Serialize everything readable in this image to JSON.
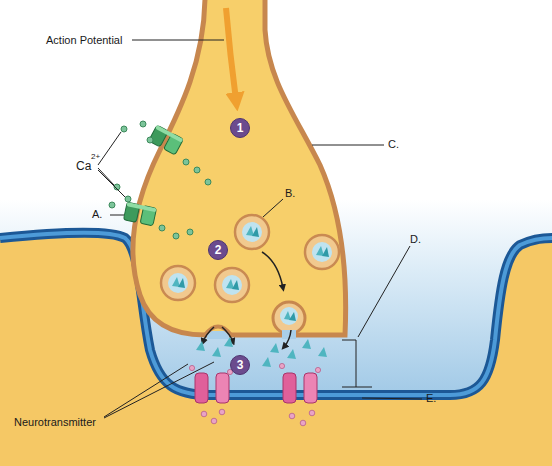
{
  "diagram": {
    "nodes": [
      {
        "text": [
          "1"
        ]
      },
      {
        "text": [
          "2"
        ]
      },
      {
        "text": [
          "3"
        ]
      }
    ],
    "labels": [
      "Action Potential",
      "Ca",
      "2+",
      "A.",
      "B.",
      "C.",
      "D.",
      "E.",
      "Neurotransmitter"
    ]
  }
}
